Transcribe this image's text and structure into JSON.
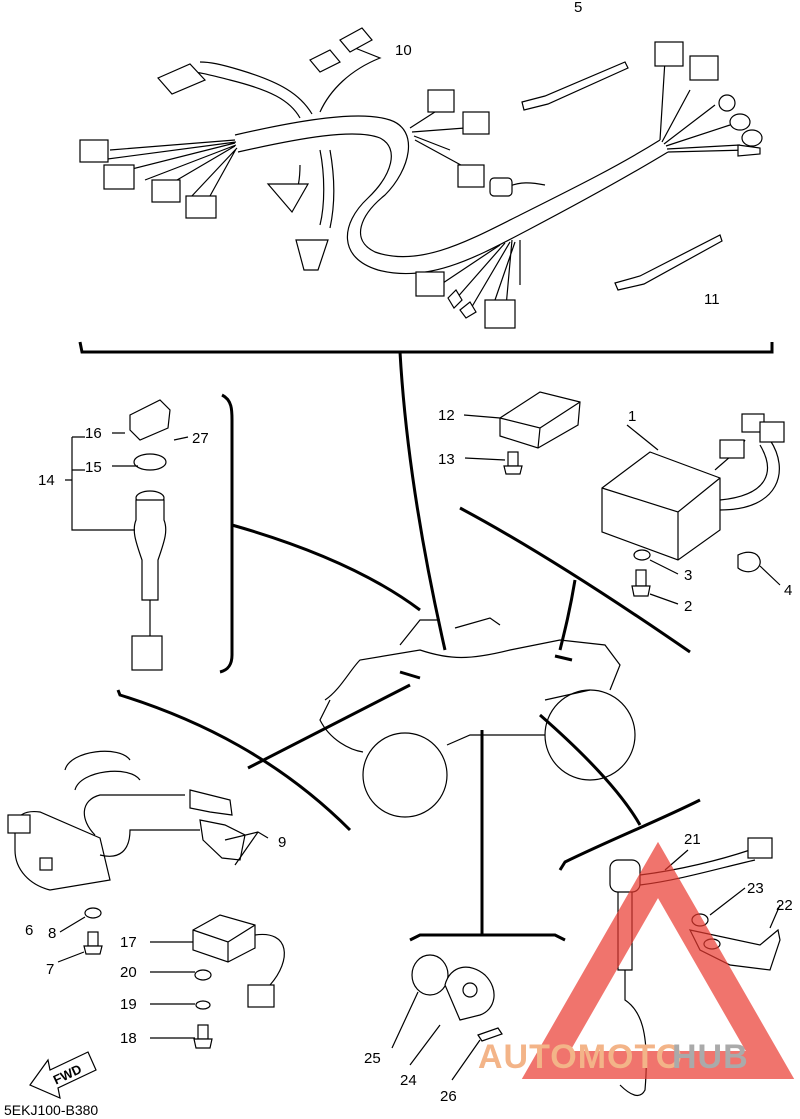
{
  "diagram": {
    "callouts": [
      {
        "id": "c1",
        "text": "1"
      },
      {
        "id": "c2",
        "text": "2"
      },
      {
        "id": "c3",
        "text": "3"
      },
      {
        "id": "c4",
        "text": "4"
      },
      {
        "id": "c5",
        "text": "5"
      },
      {
        "id": "c6",
        "text": "6"
      },
      {
        "id": "c7",
        "text": "7"
      },
      {
        "id": "c8",
        "text": "8"
      },
      {
        "id": "c9",
        "text": "9"
      },
      {
        "id": "c10",
        "text": "10"
      },
      {
        "id": "c11",
        "text": "11"
      },
      {
        "id": "c12",
        "text": "12"
      },
      {
        "id": "c13",
        "text": "13"
      },
      {
        "id": "c14",
        "text": "14"
      },
      {
        "id": "c15",
        "text": "15"
      },
      {
        "id": "c16",
        "text": "16"
      },
      {
        "id": "c17",
        "text": "17"
      },
      {
        "id": "c18",
        "text": "18"
      },
      {
        "id": "c19",
        "text": "19"
      },
      {
        "id": "c20",
        "text": "20"
      },
      {
        "id": "c21",
        "text": "21"
      },
      {
        "id": "c22",
        "text": "22"
      },
      {
        "id": "c23",
        "text": "23"
      },
      {
        "id": "c24",
        "text": "24"
      },
      {
        "id": "c25",
        "text": "25"
      },
      {
        "id": "c26",
        "text": "26"
      },
      {
        "id": "c27",
        "text": "27"
      }
    ],
    "fwd_label": "FWD",
    "diagram_code": "5EKJ100-B380"
  },
  "watermark": {
    "text_a": "AUTOMOTO",
    "text_b": "HUB",
    "color_a": "#f3b488",
    "color_b": "#aaaaaa",
    "triangle_color": "#e9392f"
  }
}
